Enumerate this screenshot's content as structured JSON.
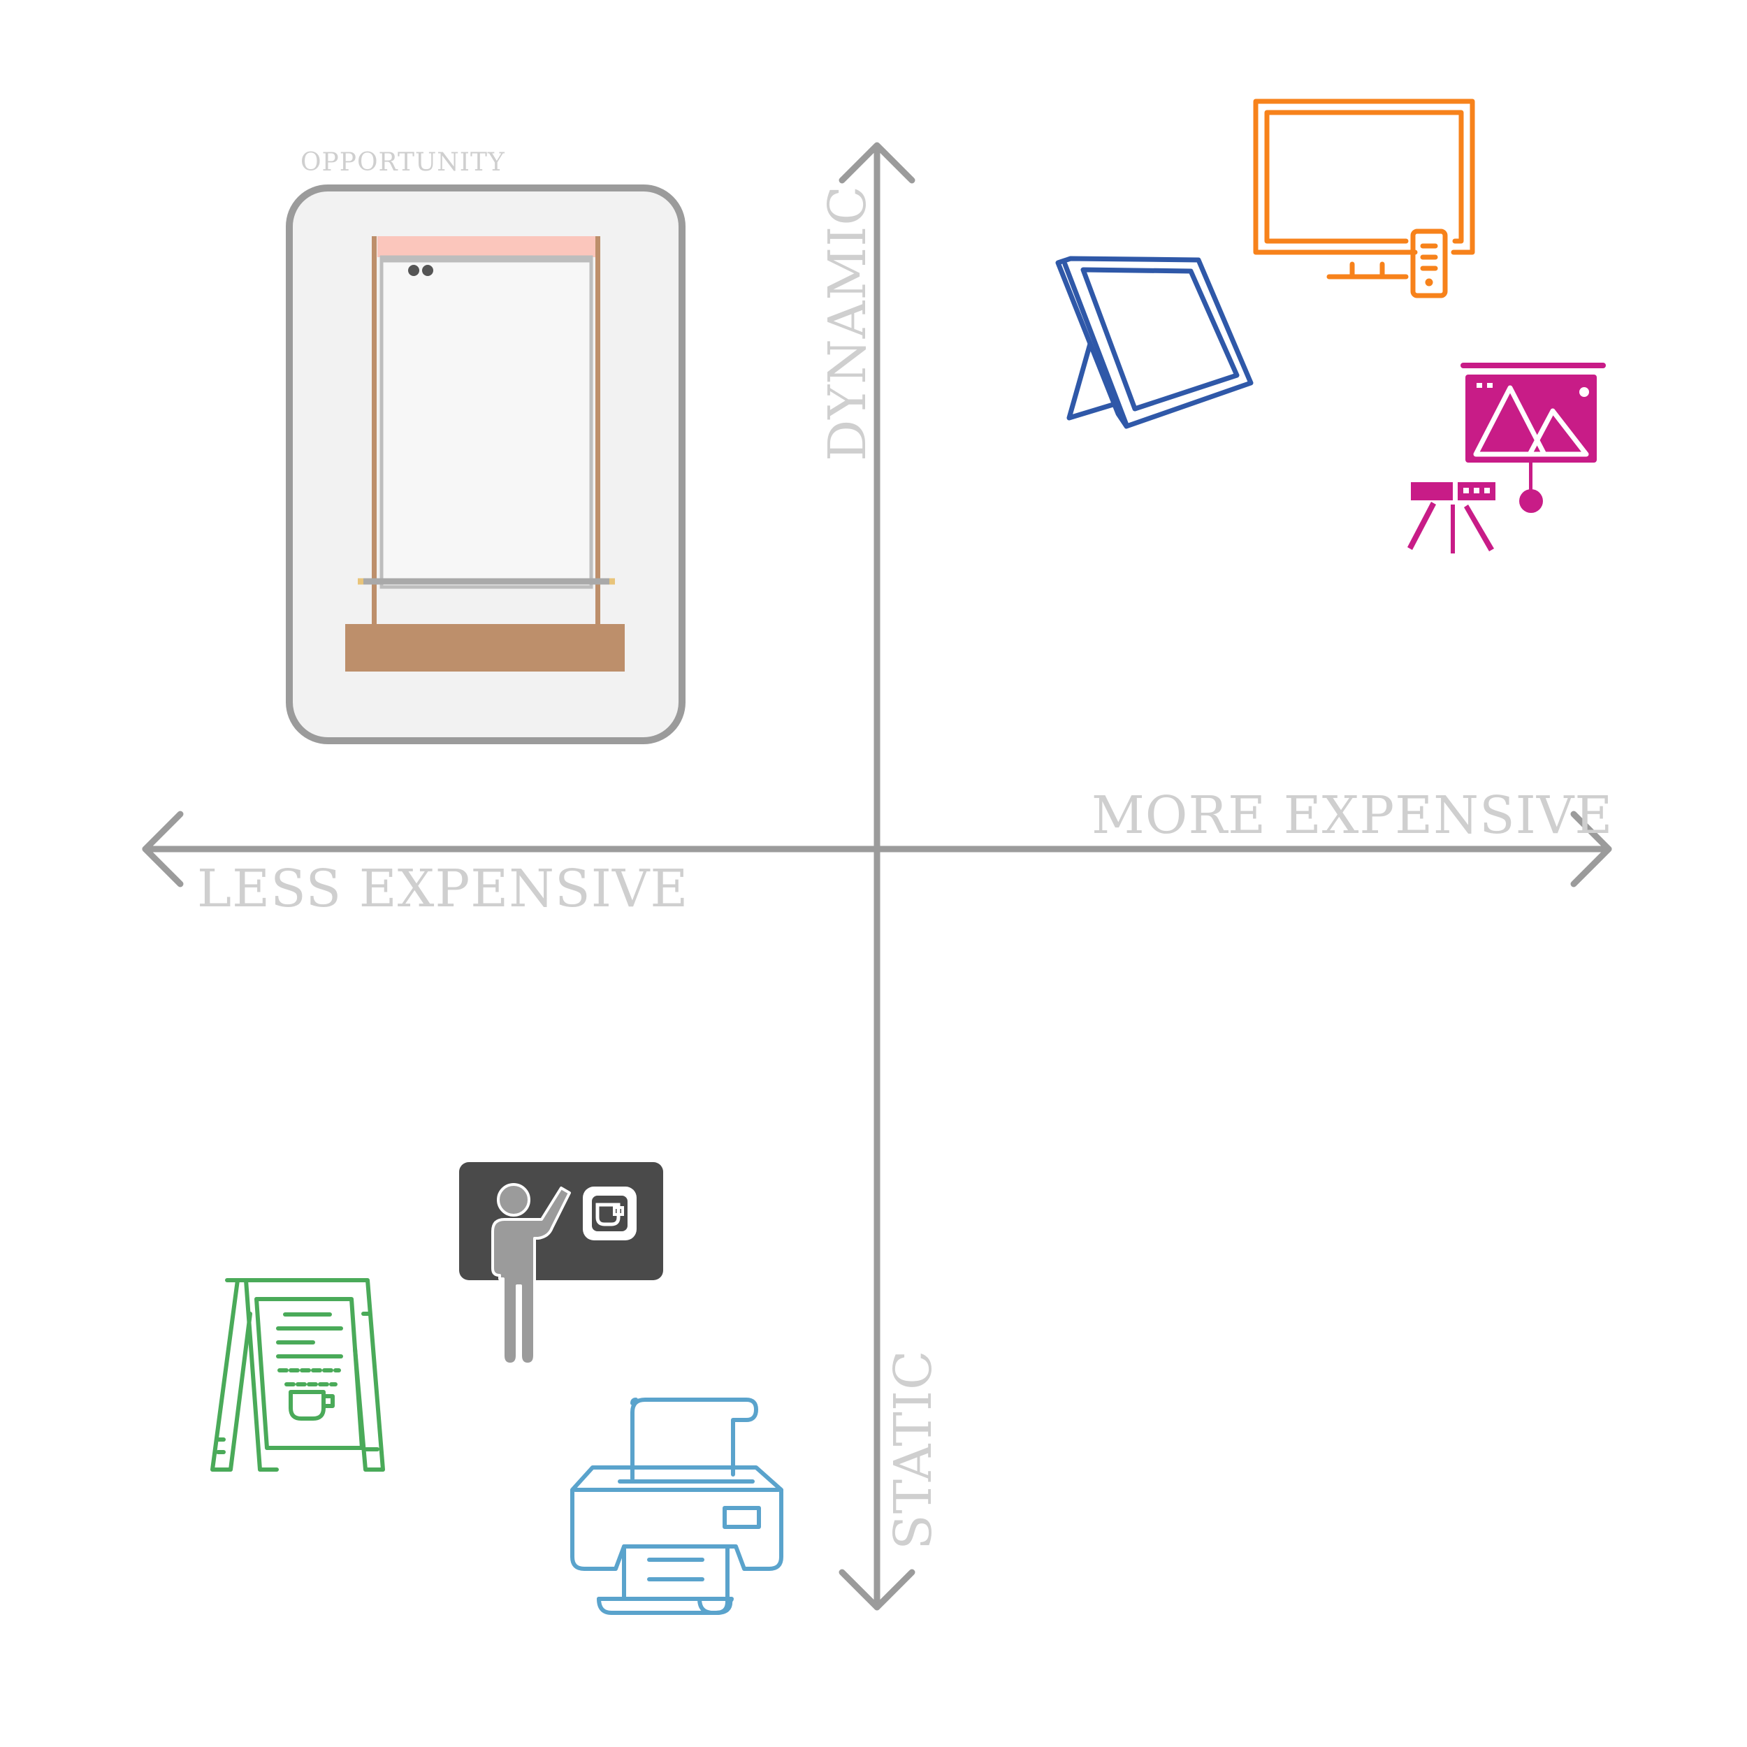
{
  "axes": {
    "top_label": "DYNAMIC",
    "bottom_label": "STATIC",
    "left_label": "LESS EXPENSIVE",
    "right_label": "MORE EXPENSIVE"
  },
  "opportunity": {
    "label": "OPPORTUNITY"
  },
  "icons": [
    {
      "name": "television-icon",
      "color": "#f7821b"
    },
    {
      "name": "tablet-stand-icon",
      "color": "#2f58a8"
    },
    {
      "name": "projector-screen-icon",
      "color": "#c81c87"
    },
    {
      "name": "teacher-chalkboard-icon",
      "color": "#4a4a4a"
    },
    {
      "name": "a-frame-sign-icon",
      "color": "#4aaa59"
    },
    {
      "name": "printer-icon",
      "color": "#5aa3cc"
    }
  ],
  "colors": {
    "axis": "#9b9b9b",
    "label": "#cfcfcf",
    "frame": "#bd8f6b",
    "banner": "#fbc6bc"
  }
}
